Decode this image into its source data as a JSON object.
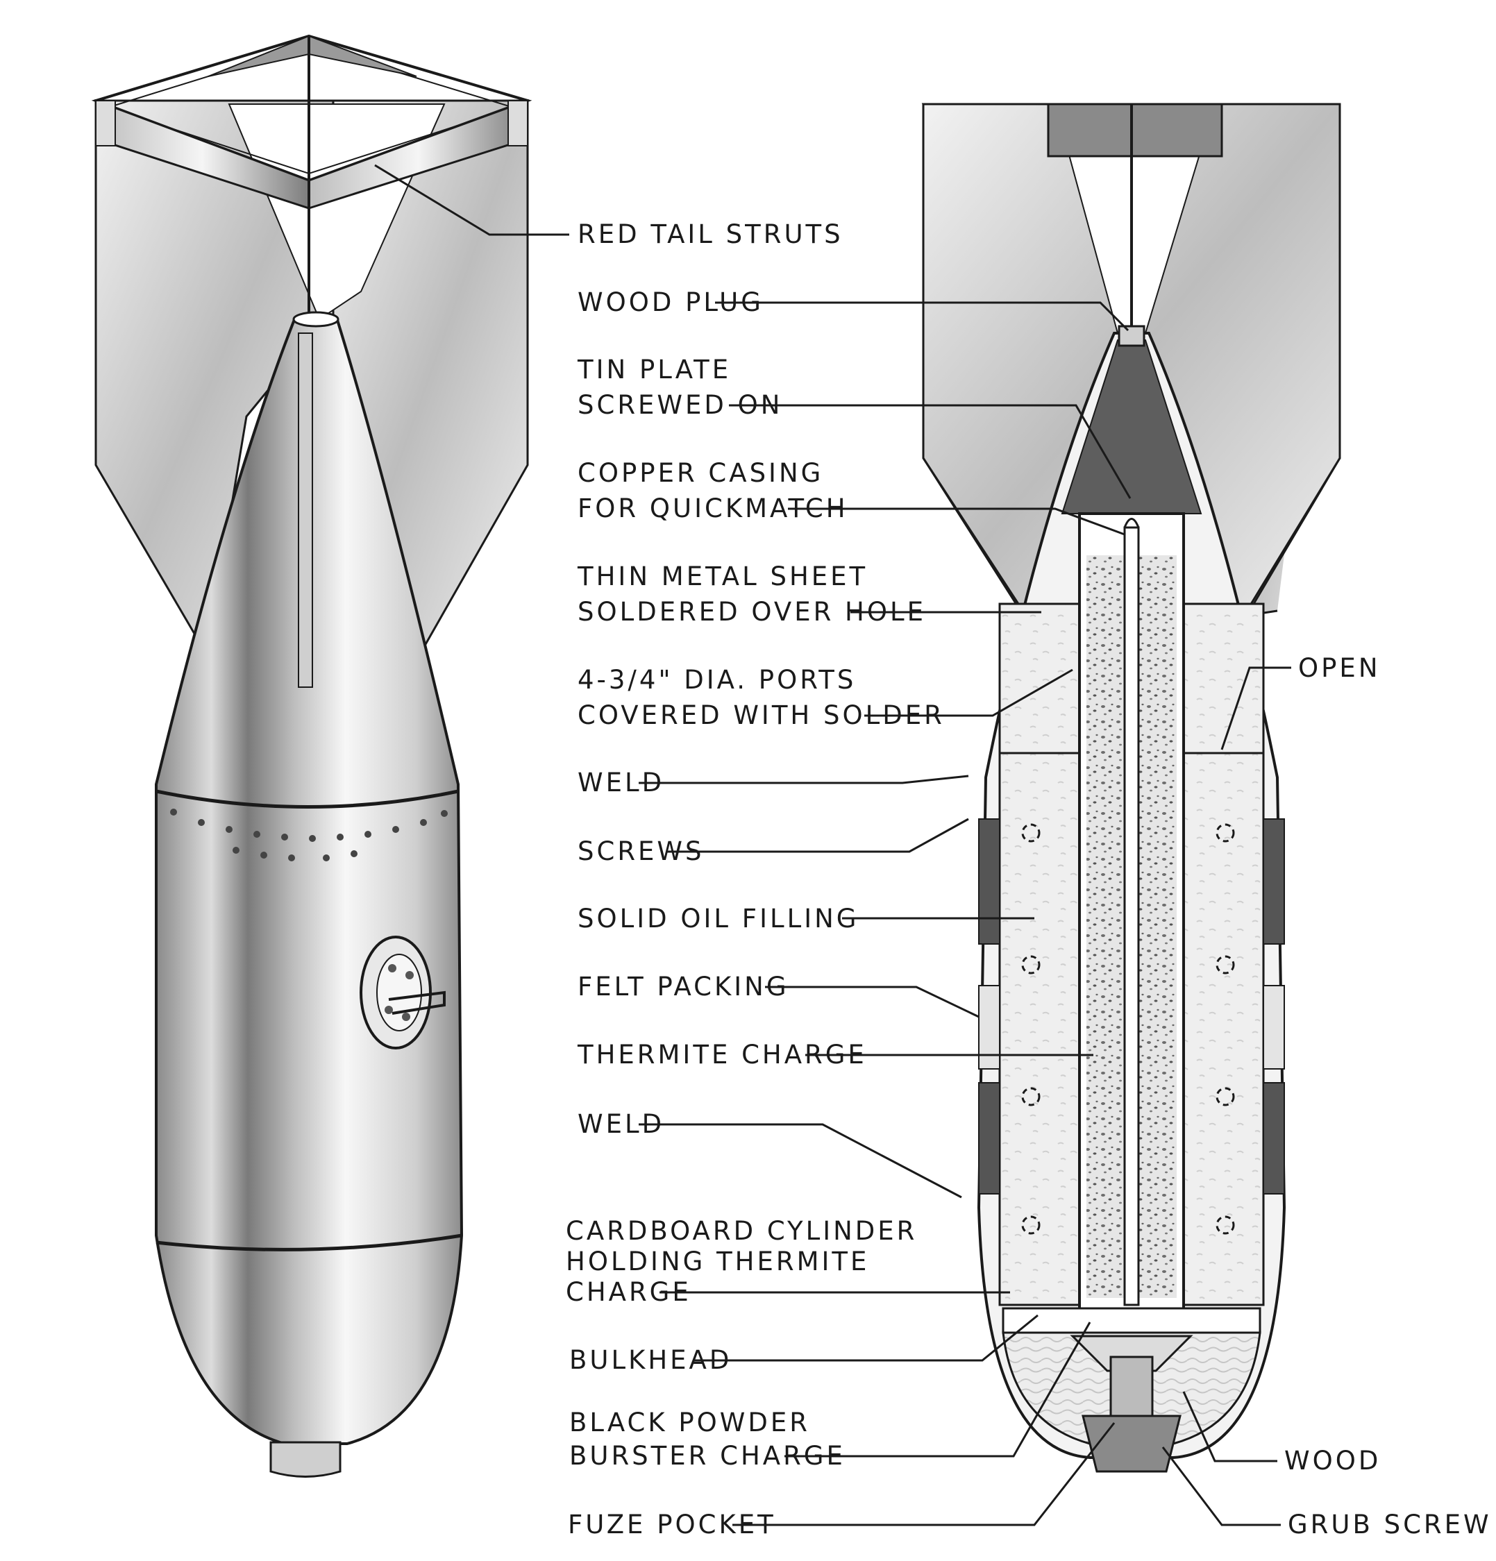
{
  "labels": {
    "red_tail_struts": "RED TAIL STRUTS",
    "wood_plug": "WOOD PLUG",
    "tin_plate_1": "TIN PLATE",
    "tin_plate_2": "SCREWED ON",
    "copper_casing_1": "COPPER CASING",
    "copper_casing_2": "FOR QUICKMATCH",
    "thin_metal_1": "THIN METAL SHEET",
    "thin_metal_2": "SOLDERED OVER HOLE",
    "ports_1": "4-3/4\" DIA. PORTS",
    "ports_2": "COVERED WITH SOLDER",
    "open": "OPEN",
    "weld_upper": "WELD",
    "screws": "SCREWS",
    "solid_oil": "SOLID OIL FILLING",
    "felt_packing": "FELT PACKING",
    "thermite_charge": "THERMITE CHARGE",
    "weld_lower": "WELD",
    "cardboard_1": "CARDBOARD CYLINDER",
    "cardboard_2": "HOLDING THERMITE",
    "cardboard_3": "CHARGE",
    "bulkhead": "BULKHEAD",
    "black_powder_1": "BLACK POWDER",
    "black_powder_2": "BURSTER CHARGE",
    "wood": "WOOD",
    "fuze_pocket": "FUZE POCKET",
    "grub_screw": "GRUB SCREW"
  },
  "colors": {
    "ink": "#1a1a1a",
    "metal_light": "#f4f4f4",
    "metal_mid": "#c8c8c8",
    "metal_dark": "#6e6e6e",
    "filling": "#e9e9e9",
    "thermite": "#d6d6d6"
  }
}
